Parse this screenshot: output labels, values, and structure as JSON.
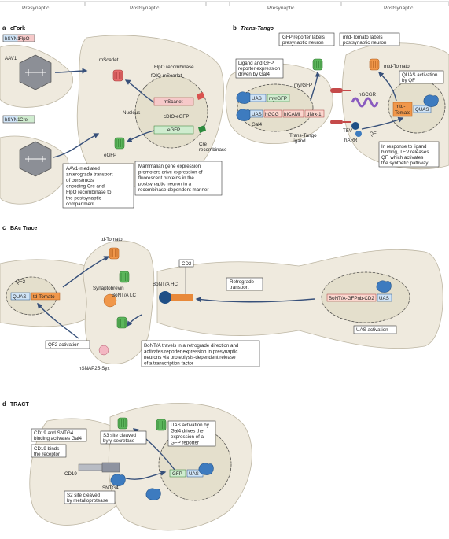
{
  "header": {
    "pre1": "Presynaptic",
    "post1": "Postsynaptic",
    "pre2": "Presynaptic",
    "post2": "Postsynaptic"
  },
  "colors": {
    "cell": "#efeade",
    "arrow": "#37507a",
    "green": "#4aa24a",
    "red": "#d9534f",
    "blue": "#3d7bbf",
    "orange": "#e8893a"
  },
  "panel_a": {
    "letter": "a",
    "title": "cFork",
    "construct1": [
      "hSYN1",
      "FlpO"
    ],
    "construct2": [
      "hSYN1",
      "Cre"
    ],
    "aav": "AAV1",
    "labels": {
      "mscarlet_cell": "mScarlet",
      "flpo": "FlpO recombinase",
      "fdio": "fDIO-mScarlet",
      "nucleus": "Nucleus",
      "mscarlet_gene": "mScarlet",
      "cdio": "cDIO-eGFP",
      "egfp_gene": "eGFP",
      "egfp_cell": "eGFP",
      "cre": "Cre",
      "recombinase": "recombinase"
    },
    "callout1": [
      "AAV1-mediated",
      "anterograde transport",
      "of constructs",
      "encoding Cre and",
      "FlpO recombinase to",
      "the postsynaptic",
      "compartment"
    ],
    "callout2": [
      "Mammalian gene expression",
      "promoters drive expression of",
      "fluorescent proteins in the",
      "postsynaptic neuron in a",
      "recombinase-dependent manner"
    ]
  },
  "panel_b": {
    "letter": "b",
    "title": "Trans-Tango",
    "callout_gfp": [
      "GFP reporter labels",
      "presynaptic neuron"
    ],
    "callout_mtd": [
      "mtd-Tomato labels",
      "postsynaptic neuron"
    ],
    "callout_gal4": [
      "Ligand and GFP",
      "reporter expression",
      "driven by Gal4"
    ],
    "callout_quas": [
      "QUAS activation",
      "by QF"
    ],
    "callout_tev": [
      "In response to ligand",
      "binding, TEV releases",
      "QF, which activates",
      "the synthetic pathway"
    ],
    "labels": {
      "myrgfp": "myrGFP",
      "uas1": "UAS",
      "myrgfp_gene": "myrGFP",
      "uas2": "UAS",
      "hgcg": "hGCG",
      "hicam": "hICAMI",
      "dnrx": "dNrx-1",
      "gal4": "Gal4",
      "ligand1": "Trans-Tango",
      "ligand2": "ligand",
      "hgcgr": "hGCGR",
      "tev": "TEV",
      "harr": "hARR",
      "qf": "QF",
      "mtd_cell": "mtd-Tomato",
      "mtd_gene1": "mtd-",
      "mtd_gene2": "Tomato",
      "quas": "QUAS"
    }
  },
  "panel_c": {
    "letter": "c",
    "title": "BAc Trace",
    "labels": {
      "td_cell": "td-Tomato",
      "qf2": "QF2",
      "quas": "QUAS",
      "td_gene": "td-Tomato",
      "synaptobrevin": "Synaptobrevin",
      "bont_lc": "BoNT/A LC",
      "bont_hc": "BoNT/A HC",
      "cd2": "CD2",
      "retro": [
        "Retrograde",
        "transport"
      ],
      "construct": "BoNT/A-GFPnb-CD2",
      "uas": "UAS",
      "snap": "hSNAP25-Syx"
    },
    "callout_uas": "UAS activation",
    "callout_qf2": "QF2 activation",
    "callout_bont": [
      "BoNT/A travels in a retrograde direction and",
      "activates reporter expression in presynaptic",
      "neurons via proteolysis-dependent release",
      "of a transcription factor"
    ]
  },
  "panel_d": {
    "letter": "d",
    "title": "TRACT",
    "callout_sntg": [
      "CD19 and SNTG4",
      "binding activates Gal4"
    ],
    "callout_cd19": [
      "CD19 binds",
      "the receptor"
    ],
    "callout_s3": [
      "S3 site cleaved",
      "by γ-secretase"
    ],
    "callout_s2": [
      "S2 site cleaved",
      "by metalloprotease"
    ],
    "callout_uas": [
      "UAS activation by",
      "Gal4 drives the",
      "expression of a",
      "GFP reporter"
    ],
    "labels": {
      "cd19": "CD19",
      "sntg4": "SNTG4",
      "gfp": "GFP",
      "uas": "UAS"
    }
  }
}
